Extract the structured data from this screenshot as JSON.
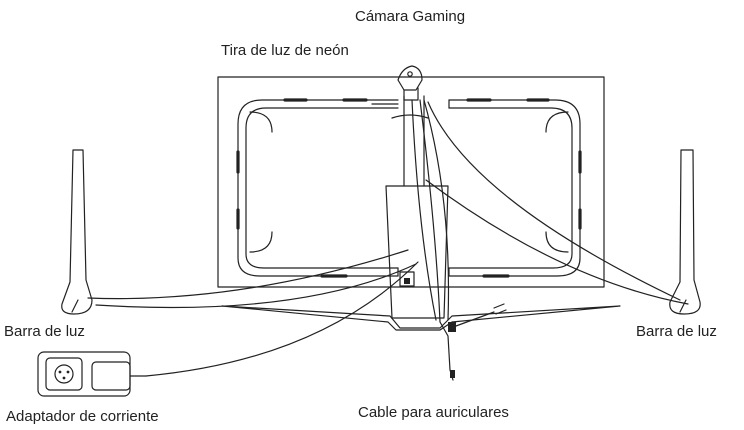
{
  "labels": {
    "camera": "Cámara Gaming",
    "neon_strip": "Tira de luz de neón",
    "light_bar_left": "Barra de luz",
    "light_bar_right": "Barra de luz",
    "power_adapter": "Adaptador de corriente",
    "headphone_cable": "Cable para auriculares"
  },
  "colors": {
    "line": "#222222",
    "background": "#ffffff"
  }
}
